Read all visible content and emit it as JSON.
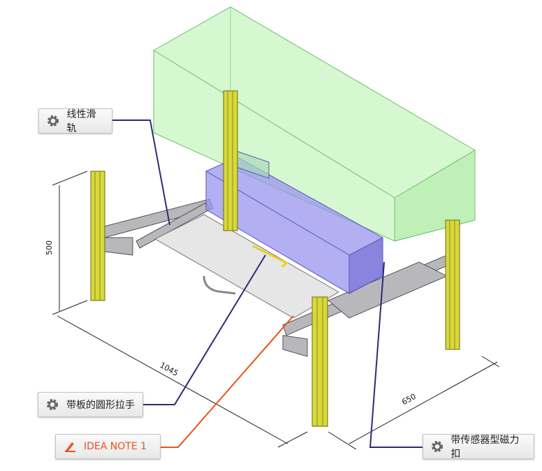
{
  "callouts": {
    "linear_rail": {
      "label": "线性滑轨",
      "icon": "gear-icon"
    },
    "round_handle": {
      "label": "带板的圆形拉手",
      "icon": "gear-icon"
    },
    "idea_note": {
      "label": "IDEA NOTE 1",
      "icon": "pencil-icon"
    },
    "magnetic_catch": {
      "label": "带传感器型磁力扣",
      "icon": "gear-icon"
    }
  },
  "dimensions": {
    "height": "500",
    "length": "1045",
    "depth": "650"
  },
  "colors": {
    "leader": "#2e2a7a",
    "note": "#e8541a",
    "post": "#d8d83a",
    "green_box": "#a8f0a0",
    "blue_box": "#8a86e8"
  }
}
